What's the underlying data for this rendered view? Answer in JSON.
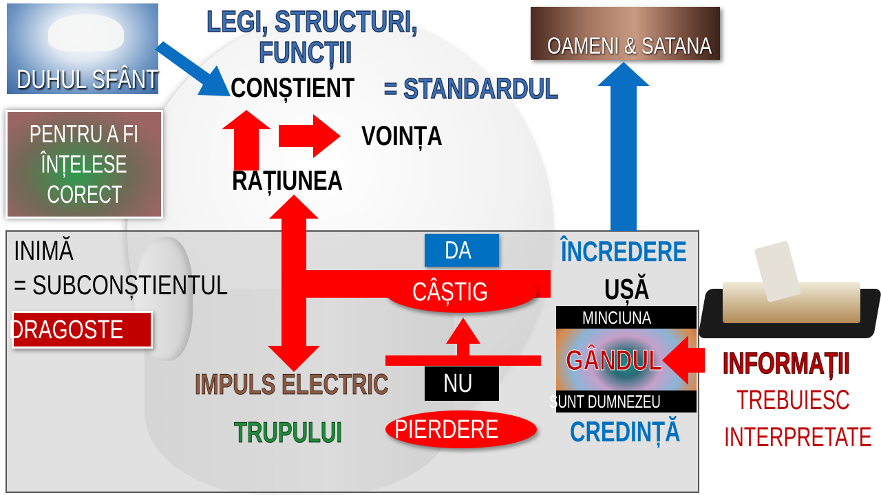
{
  "top": {
    "laws_line1": "LEGI, STRUCTURI,",
    "laws_line2": "FUNCȚII",
    "conscious": "CONȘTIENT",
    "standard": "= STANDARDUL",
    "will": "VOINȚA",
    "reason": "RAȚIUNEA"
  },
  "left": {
    "holy_spirit": "DUHUL SFÂNT",
    "understood": [
      "PENTRU A FI",
      "ÎNȚELESE",
      "CORECT"
    ],
    "heart": "INIMĂ",
    "subconscious": "= SUBCONȘTIENTUL",
    "love": "DRAGOSTE"
  },
  "center": {
    "yes": "DA",
    "gain": "CÂȘTIG",
    "no": "NU",
    "loss": "PIERDERE",
    "impulse": "IMPULS ELECTRIC",
    "body": "TRUPULUI"
  },
  "right": {
    "people_satan": "OAMENI & SATANA",
    "trust": "ÎNCREDERE",
    "door": "UȘĂ",
    "lie": "MINCIUNA",
    "thought": "GÂNDUL",
    "i_am_god": "SUNT DUMNEZEU",
    "faith": "CREDINȚĂ",
    "information": "INFORMAȚII",
    "must_be": "TREBUIESC",
    "interpreted": "INTERPRETATE"
  },
  "colors": {
    "red": "#ff0000",
    "blue": "#0070c0",
    "dark_red": "#c00000",
    "brown": "#8b5a44",
    "green": "#1e8a3a"
  }
}
